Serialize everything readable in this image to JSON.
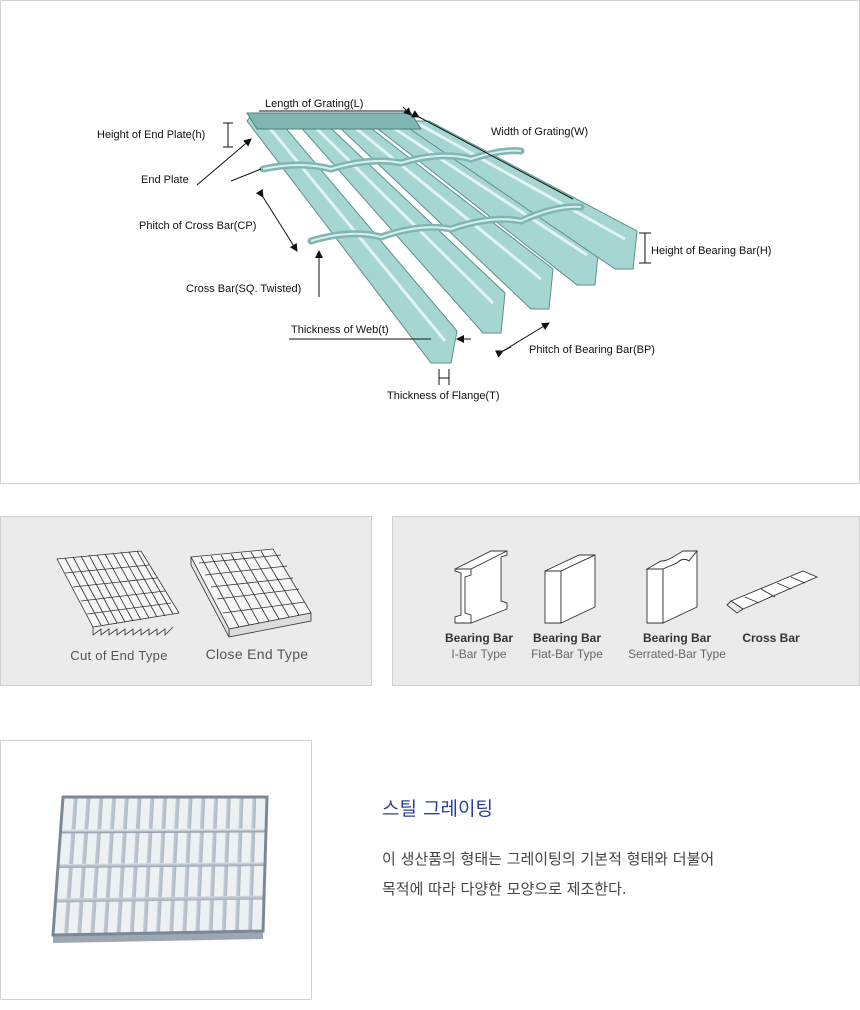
{
  "diagram": {
    "labels": {
      "length": "Length of Grating(L)",
      "width": "Width of Grating(W)",
      "end_plate_height": "Height of End Plate(h)",
      "end_plate": "End Plate",
      "cross_bar_pitch": "Phitch of Cross Bar(CP)",
      "bearing_bar_height": "Height of Bearing Bar(H)",
      "cross_bar": "Cross Bar(SQ. Twisted)",
      "web_thickness": "Thickness of Web(t)",
      "bearing_bar_pitch": "Phitch of Bearing Bar(BP)",
      "flange_thickness": "Thickness of Flange(T)"
    },
    "colors": {
      "bar": "#9fd2cf",
      "bar_dark": "#6fa9a6",
      "bar_light": "#d9efee"
    }
  },
  "end_types": [
    {
      "label": "Cut of End Type"
    },
    {
      "label": "Close End Type"
    }
  ],
  "bar_types": [
    {
      "title": "Bearing Bar",
      "subtitle": "I-Bar Type"
    },
    {
      "title": "Bearing Bar",
      "subtitle": "Flat-Bar Type"
    },
    {
      "title": "Bearing Bar",
      "subtitle": "Serrated-Bar Type"
    },
    {
      "title": "Cross Bar",
      "subtitle": ""
    }
  ],
  "product": {
    "title": "스틸 그레이팅",
    "description_lines": [
      "이 생산품의 형태는 그레이팅의 기본적 형태와 더불어",
      "목적에 따라 다양한 모양으로 제조한다."
    ],
    "title_color": "#2a3f98"
  }
}
